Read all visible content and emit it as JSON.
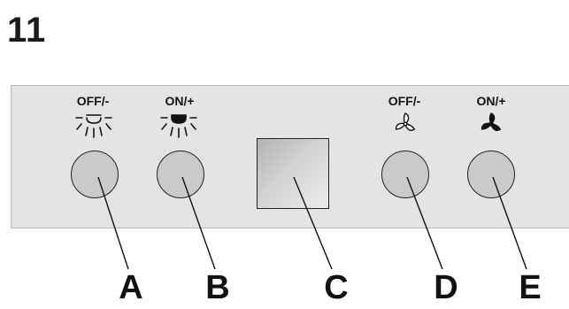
{
  "figure_number": "11",
  "buttons": {
    "a": {
      "label": "OFF/-",
      "icon": "light-off-icon",
      "letter": "A"
    },
    "b": {
      "label": "ON/+",
      "icon": "light-on-icon",
      "letter": "B"
    },
    "c": {
      "icon": "display-panel",
      "letter": "C"
    },
    "d": {
      "label": "OFF/-",
      "icon": "fan-off-icon",
      "letter": "D"
    },
    "e": {
      "label": "ON/+",
      "icon": "fan-on-icon",
      "letter": "E"
    }
  },
  "colors": {
    "panel": "#e3e4e4",
    "button": "#c9caca",
    "outline": "#222222"
  }
}
